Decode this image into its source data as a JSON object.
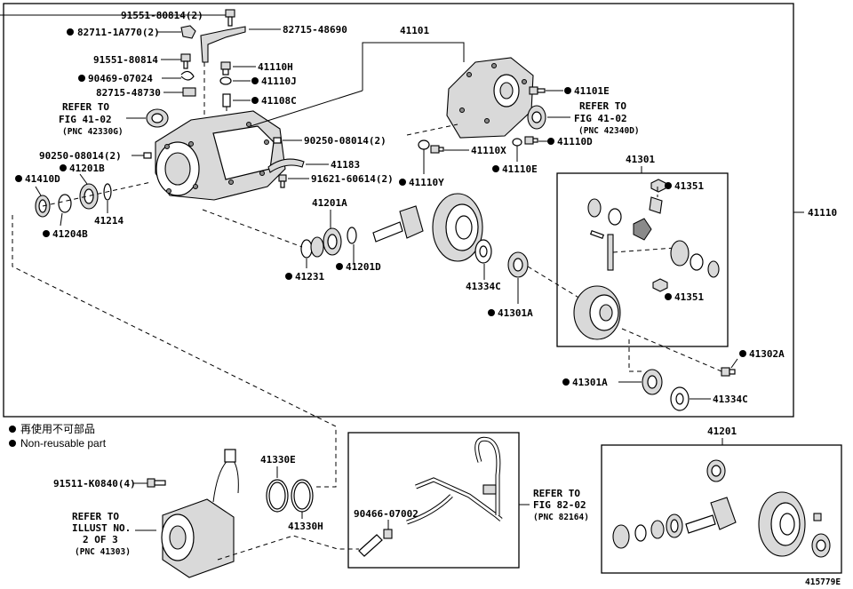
{
  "labels": {
    "p91551_2": "91551-80814(2)",
    "p82711": "82711-1A770(2)",
    "p82715_48690": "82715-48690",
    "p91551": "91551-80814",
    "p90469": "90469-07024",
    "p82715_48730": "82715-48730",
    "ref_a_1": "REFER TO",
    "ref_a_2": "FIG 41-02",
    "ref_a_3": "(PNC 42330G)",
    "p41110H": "41110H",
    "p41110J": "41110J",
    "p41108C": "41108C",
    "p41101": "41101",
    "p41101E": "41101E",
    "ref_b_1": "REFER TO",
    "ref_b_2": "FIG 41-02",
    "ref_b_3": "(PNC 42340D)",
    "p41110X": "41110X",
    "p41110D": "41110D",
    "p41110E": "41110E",
    "p41110Y": "41110Y",
    "p90250_left": "90250-08014(2)",
    "p90250_right": "90250-08014(2)",
    "p41183": "41183",
    "p91621": "91621-60614(2)",
    "p41410D": "41410D",
    "p41201B": "41201B",
    "p41204B": "41204B",
    "p41214": "41214",
    "p41201A": "41201A",
    "p41231": "41231",
    "p41201D": "41201D",
    "p41334C_a": "41334C",
    "p41301A_a": "41301A",
    "p41301": "41301",
    "p41351_a": "41351",
    "p41351_b": "41351",
    "p41110": "41110",
    "p41302A": "41302A",
    "p41301A_b": "41301A",
    "p41334C_b": "41334C",
    "legend_jp": "再使用不可部品",
    "legend_en": "Non-reusable part",
    "p91511": "91511-K0840(4)",
    "ref_c_1": "REFER TO",
    "ref_c_2": "ILLUST NO.",
    "ref_c_3": "2 OF 3",
    "ref_c_4": "(PNC 41303)",
    "p41330E": "41330E",
    "p41330H": "41330H",
    "p90466": "90466-07002",
    "ref_d_1": "REFER TO",
    "ref_d_2": "FIG 82-02",
    "ref_d_3": "(PNC 82164)",
    "p41201": "41201",
    "illust_no": "415779E"
  }
}
